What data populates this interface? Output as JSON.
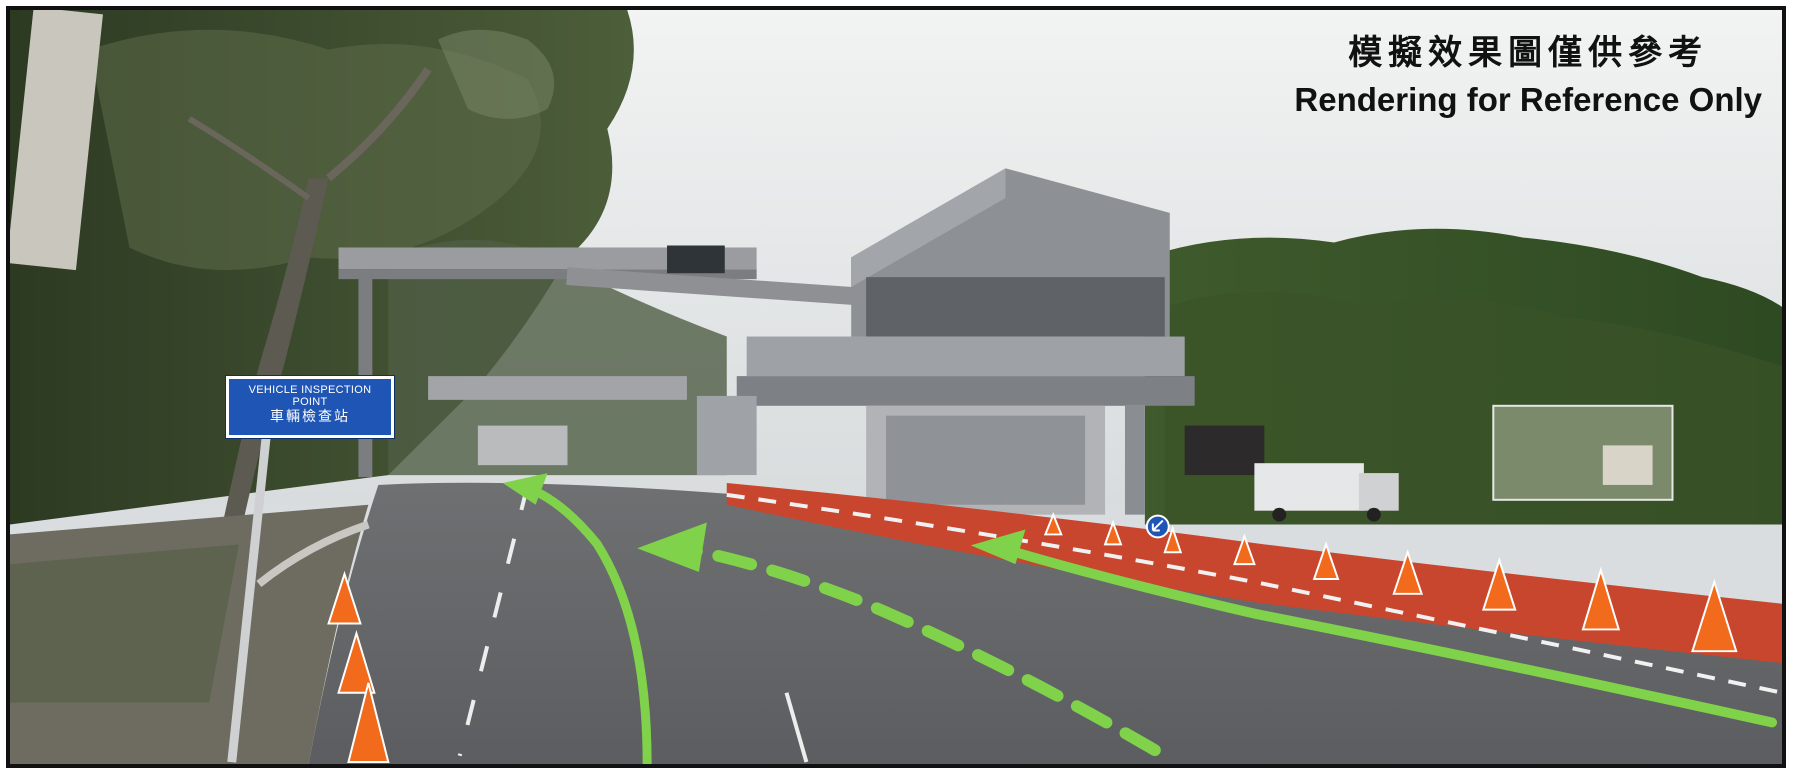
{
  "caption": {
    "zh": "模擬效果圖僅供參考",
    "en": "Rendering for Reference Only"
  },
  "sign": {
    "line1": "VEHICLE INSPECTION",
    "line2": "POINT",
    "line3": "車輛檢查站"
  },
  "colors": {
    "arrow_green": "#7fd24a",
    "red_lane": "#c8462e",
    "cone_orange": "#f26a1b",
    "sign_blue": "#1f56b5"
  }
}
